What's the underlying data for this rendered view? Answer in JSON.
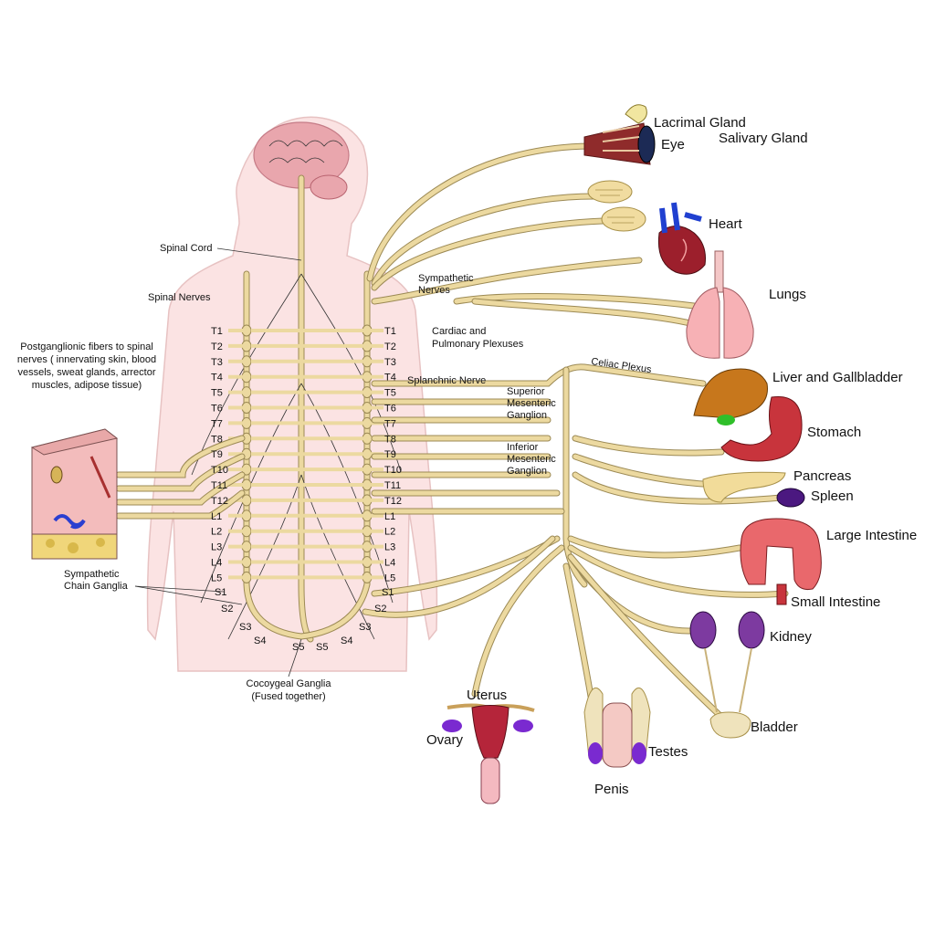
{
  "labels": {
    "spinal_cord": "Spinal Cord",
    "spinal_nerves": "Spinal Nerves",
    "postganglionic": [
      "Postganglionic fibers to spinal",
      "nerves ( innervating skin, blood",
      "vessels, sweat glands, arrector",
      "muscles, adipose tissue)"
    ],
    "sympathetic_chain": [
      "Sympathetic",
      "Chain Ganglia"
    ],
    "coccygeal": [
      "Cocoygeal Ganglia",
      "(Fused together)"
    ],
    "sympathetic_nerves": [
      "Sympathetic",
      "Nerves"
    ],
    "cardiac_plexuses": [
      "Cardiac and",
      "Pulmonary Plexuses"
    ],
    "splanchnic_nerve": "Splanchnic Nerve",
    "celiac_plexus": "Celiac Plexus",
    "superior_mesenteric": [
      "Superior",
      "Mesenteric",
      "Ganglion"
    ],
    "inferior_mesenteric": [
      "Inferior",
      "Mesenteric",
      "Ganglion"
    ]
  },
  "organs": {
    "lacrimal_gland": "Lacrimal Gland",
    "eye": "Eye",
    "salivary_gland": "Salivary Gland",
    "heart": "Heart",
    "lungs": "Lungs",
    "liver": "Liver and Gallbladder",
    "stomach": "Stomach",
    "pancreas": "Pancreas",
    "spleen": "Spleen",
    "large_intestine": "Large Intestine",
    "small_intestine": "Small Intestine",
    "kidney": "Kidney",
    "bladder": "Bladder",
    "uterus": "Uterus",
    "ovary": "Ovary",
    "testes": "Testes",
    "penis": "Penis"
  },
  "segments": {
    "thoracic": [
      "T1",
      "T2",
      "T3",
      "T4",
      "T5",
      "T6",
      "T7",
      "T8",
      "T9",
      "T10",
      "T11",
      "T12"
    ],
    "lumbar": [
      "L1",
      "L2",
      "L3",
      "L4",
      "L5"
    ],
    "sacral_left": [
      "S1",
      "S2",
      "S3",
      "S4",
      "S5"
    ],
    "sacral_right": [
      "S1",
      "S2",
      "S3",
      "S4",
      "S5"
    ]
  },
  "colors": {
    "nerve": "#ecd9a0",
    "body_skin": "#fbe3e3",
    "brain": "#e9a6ad",
    "liver": "#c7771c",
    "stomach": "#c8343c",
    "spleen": "#4b1880",
    "kidney": "#7d3aa0",
    "ovary_testes": "#7a2ad0",
    "heart": "#9c1f2c"
  }
}
